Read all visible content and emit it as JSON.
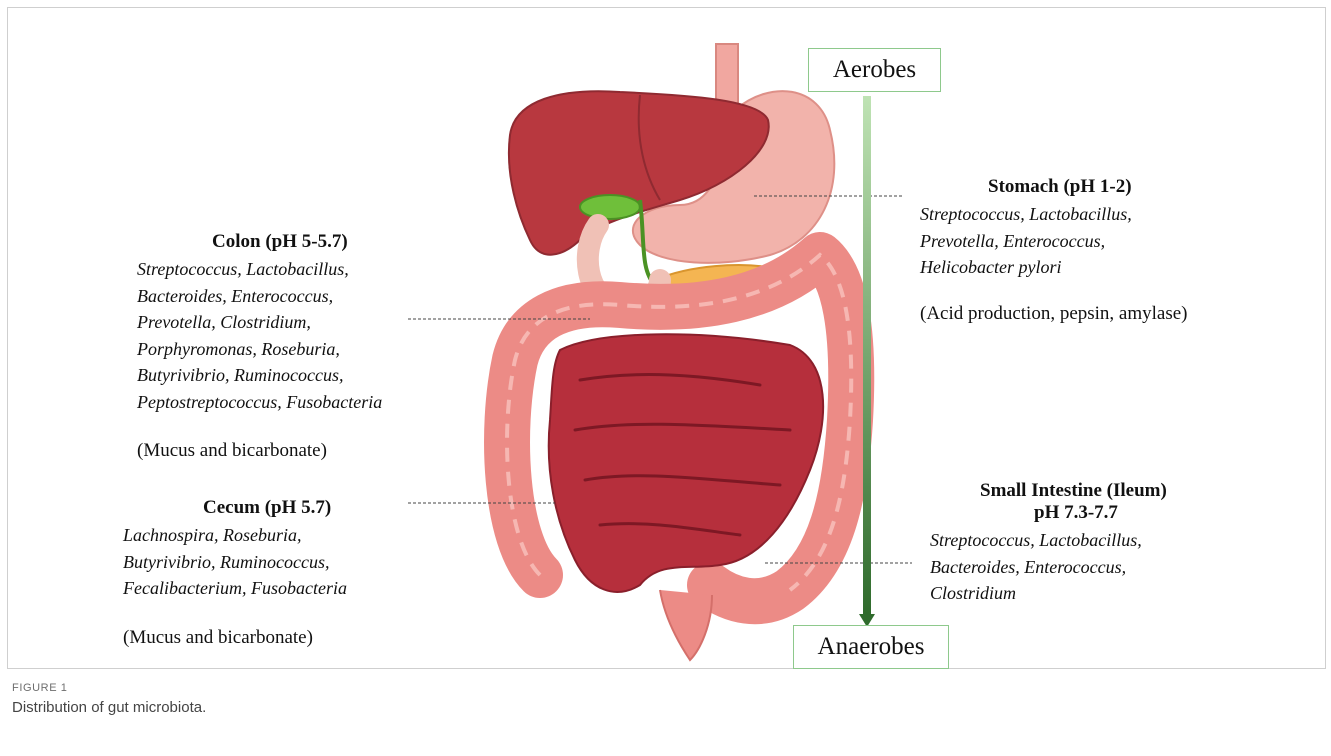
{
  "gradient": {
    "top_label": "Aerobes",
    "bottom_label": "Anaerobes",
    "arrow_color_top": "#bfe3b4",
    "arrow_color_bottom": "#2f6b2c"
  },
  "stomach": {
    "title": "Stomach (pH 1-2)",
    "species": [
      "Streptococcus, Lactobacillus,",
      "Prevotella, Enterococcus,",
      "Helicobacter pylori"
    ],
    "note": "(Acid production, pepsin, amylase)"
  },
  "colon": {
    "title": "Colon (pH 5-5.7)",
    "species": [
      "Streptococcus, Lactobacillus,",
      "Bacteroides, Enterococcus,",
      "Prevotella, Clostridium,",
      "Porphyromonas, Roseburia,",
      "Butyrivibrio, Ruminococcus,",
      "Peptostreptococcus, Fusobacteria"
    ],
    "note": "(Mucus and bicarbonate)"
  },
  "cecum": {
    "title": "Cecum (pH 5.7)",
    "species": [
      "Lachnospira, Roseburia,",
      "Butyrivibrio, Ruminococcus,",
      "Fecalibacterium, Fusobacteria"
    ],
    "note": "(Mucus and bicarbonate)"
  },
  "small_intestine": {
    "title_line1": "Small Intestine (Ileum)",
    "title_line2": "pH 7.3-7.7",
    "species": [
      "Streptococcus, Lactobacillus,",
      "Bacteroides, Enterococcus,",
      "Clostridium"
    ]
  },
  "figure": {
    "label": "FIGURE 1",
    "caption": "Distribution of gut microbiota."
  }
}
